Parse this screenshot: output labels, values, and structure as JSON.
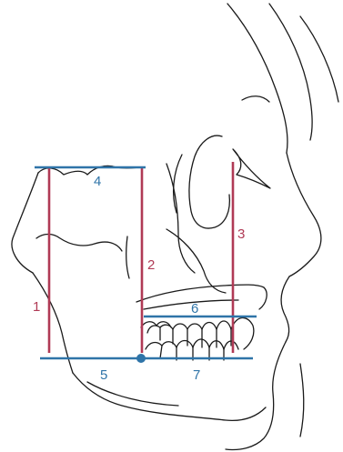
{
  "colors": {
    "vertical": "#b03a55",
    "horizontal": "#2f74a8"
  },
  "labels": {
    "m1": "1",
    "m2": "2",
    "m3": "3",
    "m4": "4",
    "m5": "5",
    "m6": "6",
    "m7": "7"
  }
}
